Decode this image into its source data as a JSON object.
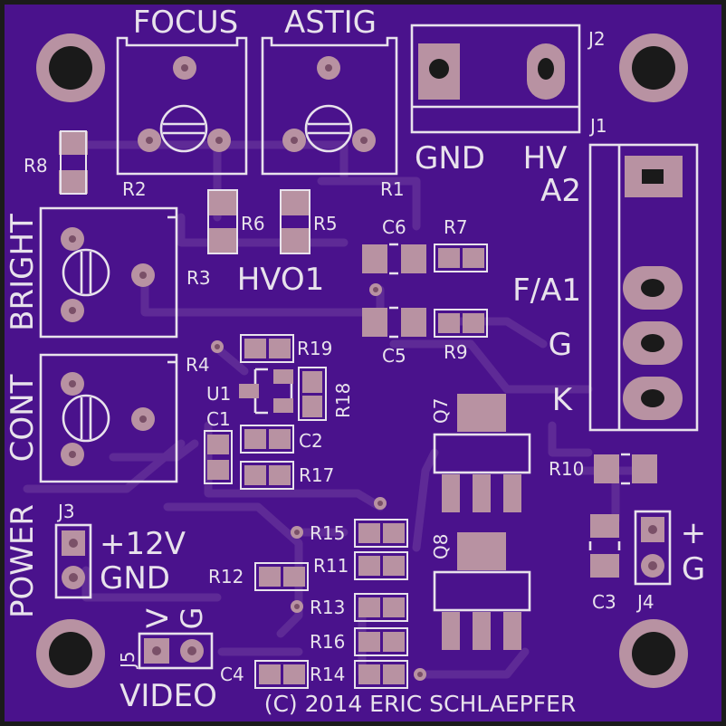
{
  "colors": {
    "board": "#4a128c",
    "board_edge": "#1b1b1b",
    "trace": "#5e2a96",
    "silkscreen": "#e8e2ec",
    "pad": "#b892a2",
    "mounting_hole": "#1a1a1a"
  },
  "headers": {
    "focus": "FOCUS",
    "astig": "ASTIG",
    "bright": "BRIGHT",
    "cont": "CONT",
    "power": "POWER",
    "video": "VIDEO"
  },
  "nets": {
    "gnd_top": "GND",
    "hv": "HV",
    "a2": "A2",
    "hvo1": "HVO1",
    "fa1": "F/A1",
    "g": "G",
    "k": "K",
    "plus12v": "+12V",
    "gnd_power": "GND",
    "j5_v": "V",
    "j5_g": "G",
    "j4_plus": "+",
    "j4_g": "G"
  },
  "refs": {
    "r1": "R1",
    "r2": "R2",
    "r3": "R3",
    "r4": "R4",
    "r5": "R5",
    "r6": "R6",
    "r7": "R7",
    "r8": "R8",
    "r9": "R9",
    "r10": "R10",
    "r11": "R11",
    "r12": "R12",
    "r13": "R13",
    "r14": "R14",
    "r15": "R15",
    "r16": "R16",
    "r17": "R17",
    "r18": "R18",
    "r19": "R19",
    "c1": "C1",
    "c2": "C2",
    "c3": "C3",
    "c4": "C4",
    "c5": "C5",
    "c6": "C6",
    "j1": "J1",
    "j2": "J2",
    "j3": "J3",
    "j4": "J4",
    "j5": "J5",
    "u1": "U1",
    "q7": "Q7",
    "q8": "Q8"
  },
  "copyright": "(C) 2014 ERIC SCHLAEPFER"
}
